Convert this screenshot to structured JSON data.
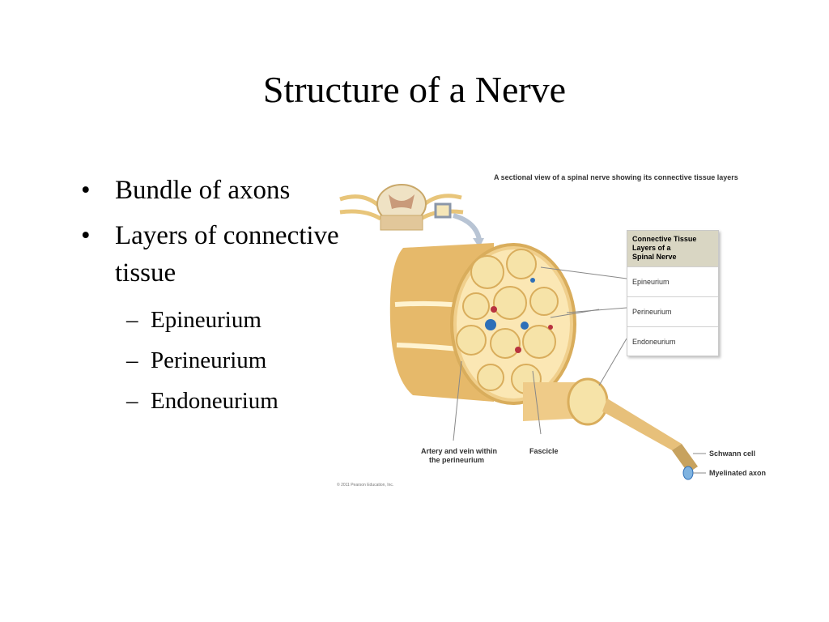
{
  "slide": {
    "title": "Structure of a Nerve",
    "bullet_glyph": "•",
    "dash_glyph": "–",
    "bullets": [
      {
        "text": "Bundle of axons"
      },
      {
        "text": "Layers of connective tissue",
        "subitems": [
          "Epineurium",
          "Perineurium",
          "Endoneurium"
        ]
      }
    ]
  },
  "figure": {
    "caption": "A sectional view of a spinal nerve showing its connective tissue layers",
    "legend": {
      "title_lines": [
        "Connective Tissue",
        "Layers of a",
        "Spinal Nerve"
      ],
      "rows": [
        "Epineurium",
        "Perineurium",
        "Endoneurium"
      ]
    },
    "labels": {
      "artery_line1": "Artery and vein within",
      "artery_line2": "the perineurium",
      "fascicle": "Fascicle",
      "schwann": "Schwann cell",
      "axon": "Myelinated axon"
    },
    "copyright": "© 2011 Pearson Education, Inc.",
    "colors": {
      "nerve_tan": "#f0cf8c",
      "nerve_dark": "#d9ad5c",
      "fascicle_fill": "#f6e3a8",
      "artery_red": "#b8323f",
      "vein_blue": "#2e6fb8",
      "axon_blue": "#7fb3e0"
    }
  }
}
